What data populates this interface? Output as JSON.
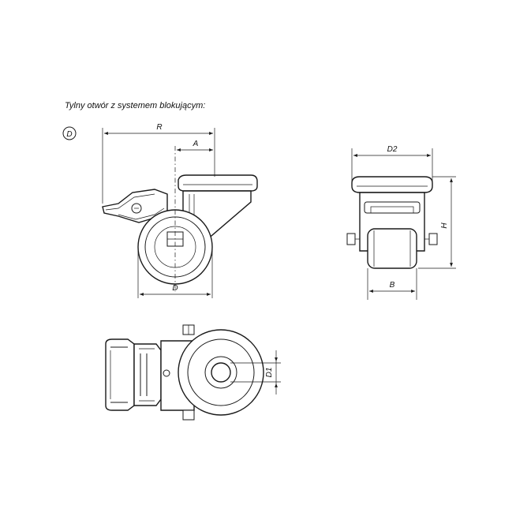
{
  "caption": "Tylny otwór z systemem blokującym:",
  "variant_mark": "D",
  "dimensions": {
    "R": "R",
    "A": "A",
    "D": "D",
    "D2": "D2",
    "H": "H",
    "B": "B",
    "D1": "D1"
  }
}
